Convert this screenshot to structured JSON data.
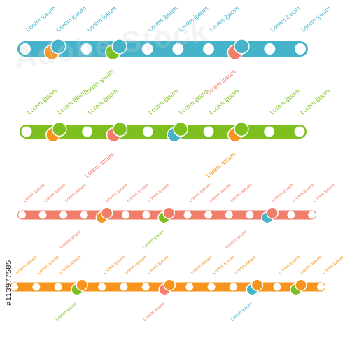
{
  "watermark": {
    "text": "Adobe Stock",
    "stock_id": "#113977585"
  },
  "colors": {
    "blue": "#45b3c9",
    "green": "#7dbf1f",
    "salmon": "#f07e6a",
    "orange": "#f7941d",
    "station_fill": "#ffffff"
  },
  "lines": [
    {
      "name": "blue-line",
      "color": "blue",
      "station_count": 10,
      "interchanges": [
        {
          "station": 1,
          "with": [
            "orange"
          ]
        },
        {
          "station": 3,
          "with": [
            "green"
          ]
        },
        {
          "station": 7,
          "with": [
            "salmon"
          ]
        }
      ],
      "labels": [
        "Lorem ipsum",
        "Lorem ipsum",
        "Lorem ipsum",
        "Lorem ipsum",
        "Lorem ipsum",
        "Lorem ipsum",
        "Lorem ipsum",
        "Lorem ipsum",
        "Lorem ipsum",
        "Lorem ipsum"
      ]
    },
    {
      "name": "green-line",
      "color": "green",
      "station_count": 10,
      "interchanges": [
        {
          "station": 1,
          "with": [
            "orange"
          ]
        },
        {
          "station": 3,
          "with": [
            "salmon"
          ]
        },
        {
          "station": 5,
          "with": [
            "blue"
          ]
        },
        {
          "station": 7,
          "with": [
            "orange"
          ]
        }
      ],
      "labels": [
        "Lorem ipsum",
        "Lorem ipsum",
        "Lorem ipsum",
        "Lorem ipsum",
        "Lorem ipsum",
        "Lorem ipsum",
        "Lorem ipsum",
        "Lorem ipsum",
        "Lorem ipsum",
        "Lorem ipsum"
      ]
    },
    {
      "name": "salmon-line",
      "color": "salmon",
      "station_count": 15,
      "interchanges": [
        {
          "station": 4,
          "with": [
            "orange"
          ]
        },
        {
          "station": 7,
          "with": [
            "green"
          ]
        },
        {
          "station": 12,
          "with": [
            "blue"
          ]
        }
      ],
      "labels": [
        "Lorem ipsum",
        "Lorem ipsum",
        "Lorem ipsum",
        "Lorem ipsum",
        "Lorem ipsum",
        "Lorem ipsum",
        "Lorem ipsum",
        "Lorem ipsum",
        "Lorem ipsum",
        "Lorem ipsum",
        "Lorem ipsum",
        "Lorem ipsum",
        "Lorem ipsum",
        "Lorem ipsum",
        "Lorem ipsum"
      ]
    },
    {
      "name": "orange-line",
      "color": "orange",
      "station_count": 15,
      "interchanges": [
        {
          "station": 3,
          "with": [
            "green"
          ]
        },
        {
          "station": 7,
          "with": [
            "salmon"
          ]
        },
        {
          "station": 11,
          "with": [
            "blue"
          ]
        },
        {
          "station": 13,
          "with": [
            "green"
          ]
        }
      ],
      "labels": [
        "Lorem ipsum",
        "Lorem ipsum",
        "Lorem ipsum",
        "Lorem ipsum",
        "Lorem ipsum",
        "Lorem ipsum",
        "Lorem ipsum",
        "Lorem ipsum",
        "Lorem ipsum",
        "Lorem ipsum",
        "Lorem ipsum",
        "Lorem ipsum",
        "Lorem ipsum",
        "Lorem ipsum",
        "Lorem ipsum"
      ]
    }
  ]
}
